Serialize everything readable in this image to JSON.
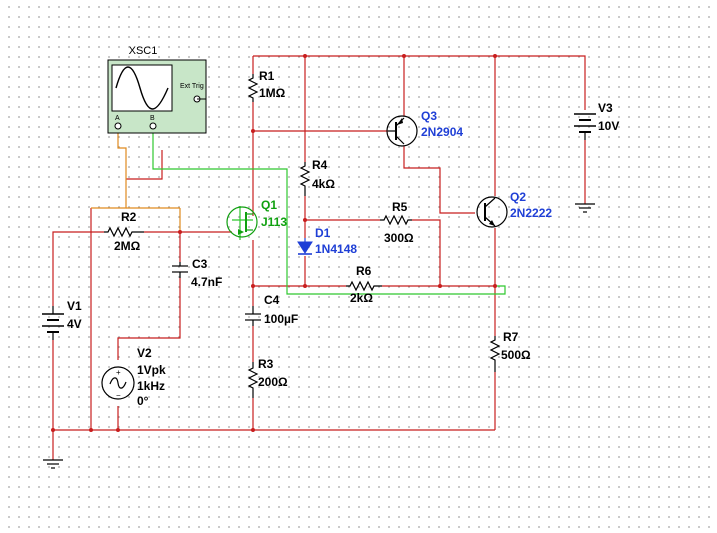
{
  "oscilloscope": {
    "ref": "XSC1",
    "ext_trig": "Ext Trig",
    "channel_a": "A",
    "channel_b": "B"
  },
  "components": {
    "R1": {
      "ref": "R1",
      "value": "1MΩ"
    },
    "R2": {
      "ref": "R2",
      "value": "2MΩ"
    },
    "R3": {
      "ref": "R3",
      "value": "200Ω"
    },
    "R4": {
      "ref": "R4",
      "value": "4kΩ"
    },
    "R5": {
      "ref": "R5",
      "value": "300Ω"
    },
    "R6": {
      "ref": "R6",
      "value": "2kΩ"
    },
    "R7": {
      "ref": "R7",
      "value": "500Ω"
    },
    "C3": {
      "ref": "C3",
      "value": "4.7nF"
    },
    "C4": {
      "ref": "C4",
      "value": "100µF"
    },
    "D1": {
      "ref": "D1",
      "value": "1N4148"
    },
    "Q1": {
      "ref": "Q1",
      "value": "J113"
    },
    "Q2": {
      "ref": "Q2",
      "value": "2N2222"
    },
    "Q3": {
      "ref": "Q3",
      "value": "2N2904"
    },
    "V1": {
      "ref": "V1",
      "value": "4V"
    },
    "V2": {
      "ref": "V2",
      "amplitude": "1Vpk",
      "frequency": "1kHz",
      "phase": "0°"
    },
    "V3": {
      "ref": "V3",
      "value": "10V"
    }
  },
  "colors": {
    "wire": "#c81e1e",
    "probe_a_wire": "#e08a1e",
    "probe_b_wire": "#2fc82f",
    "label_blue": "#1f3fd6",
    "label_green": "#10a010",
    "scope_body": "#c8e6c8"
  },
  "icons": [
    "oscilloscope-icon",
    "resistor-icon",
    "capacitor-icon",
    "diode-icon",
    "npn-transistor-icon",
    "pnp-transistor-icon",
    "jfet-icon",
    "dc-source-icon",
    "ac-source-icon",
    "ground-icon"
  ]
}
